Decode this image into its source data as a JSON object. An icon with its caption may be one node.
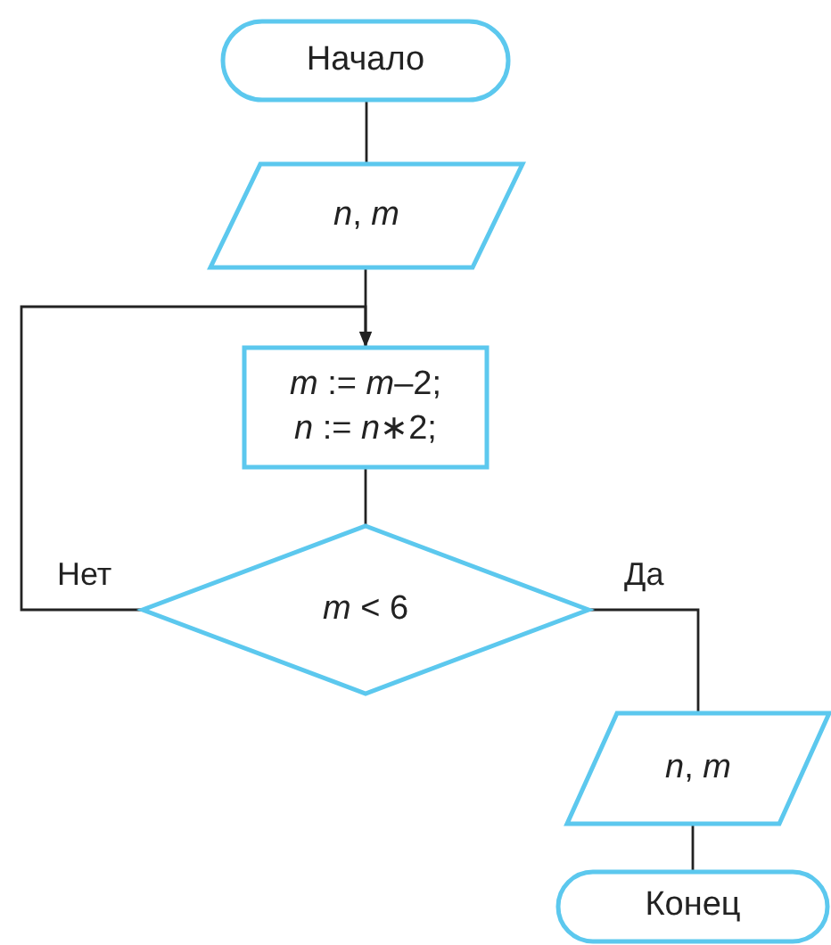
{
  "diagram": {
    "nodes": [
      {
        "text": [
          "Начало"
        ]
      },
      {
        "text": [
          "*n*, *m*"
        ]
      },
      {
        "text": [
          "*m* := *m*–2;",
          "*n* := *n*∗2;"
        ]
      },
      {
        "text": [
          "*m* < 6"
        ]
      },
      {
        "text": [
          "*n*, *m*"
        ]
      },
      {
        "text": [
          "Конец"
        ]
      }
    ],
    "edges": [
      {
        "from": 0,
        "to": 1,
        "arrow": "none"
      },
      {
        "from": 1,
        "to": 2,
        "arrow": "none"
      },
      {
        "from": 2,
        "to": 3,
        "arrow": "none"
      },
      {
        "from": 3,
        "to": 2,
        "arrow": "to",
        "label": "Нет"
      },
      {
        "from": 3,
        "to": 4,
        "arrow": "none",
        "label": "Да"
      },
      {
        "from": 4,
        "to": 5,
        "arrow": "none"
      }
    ]
  }
}
